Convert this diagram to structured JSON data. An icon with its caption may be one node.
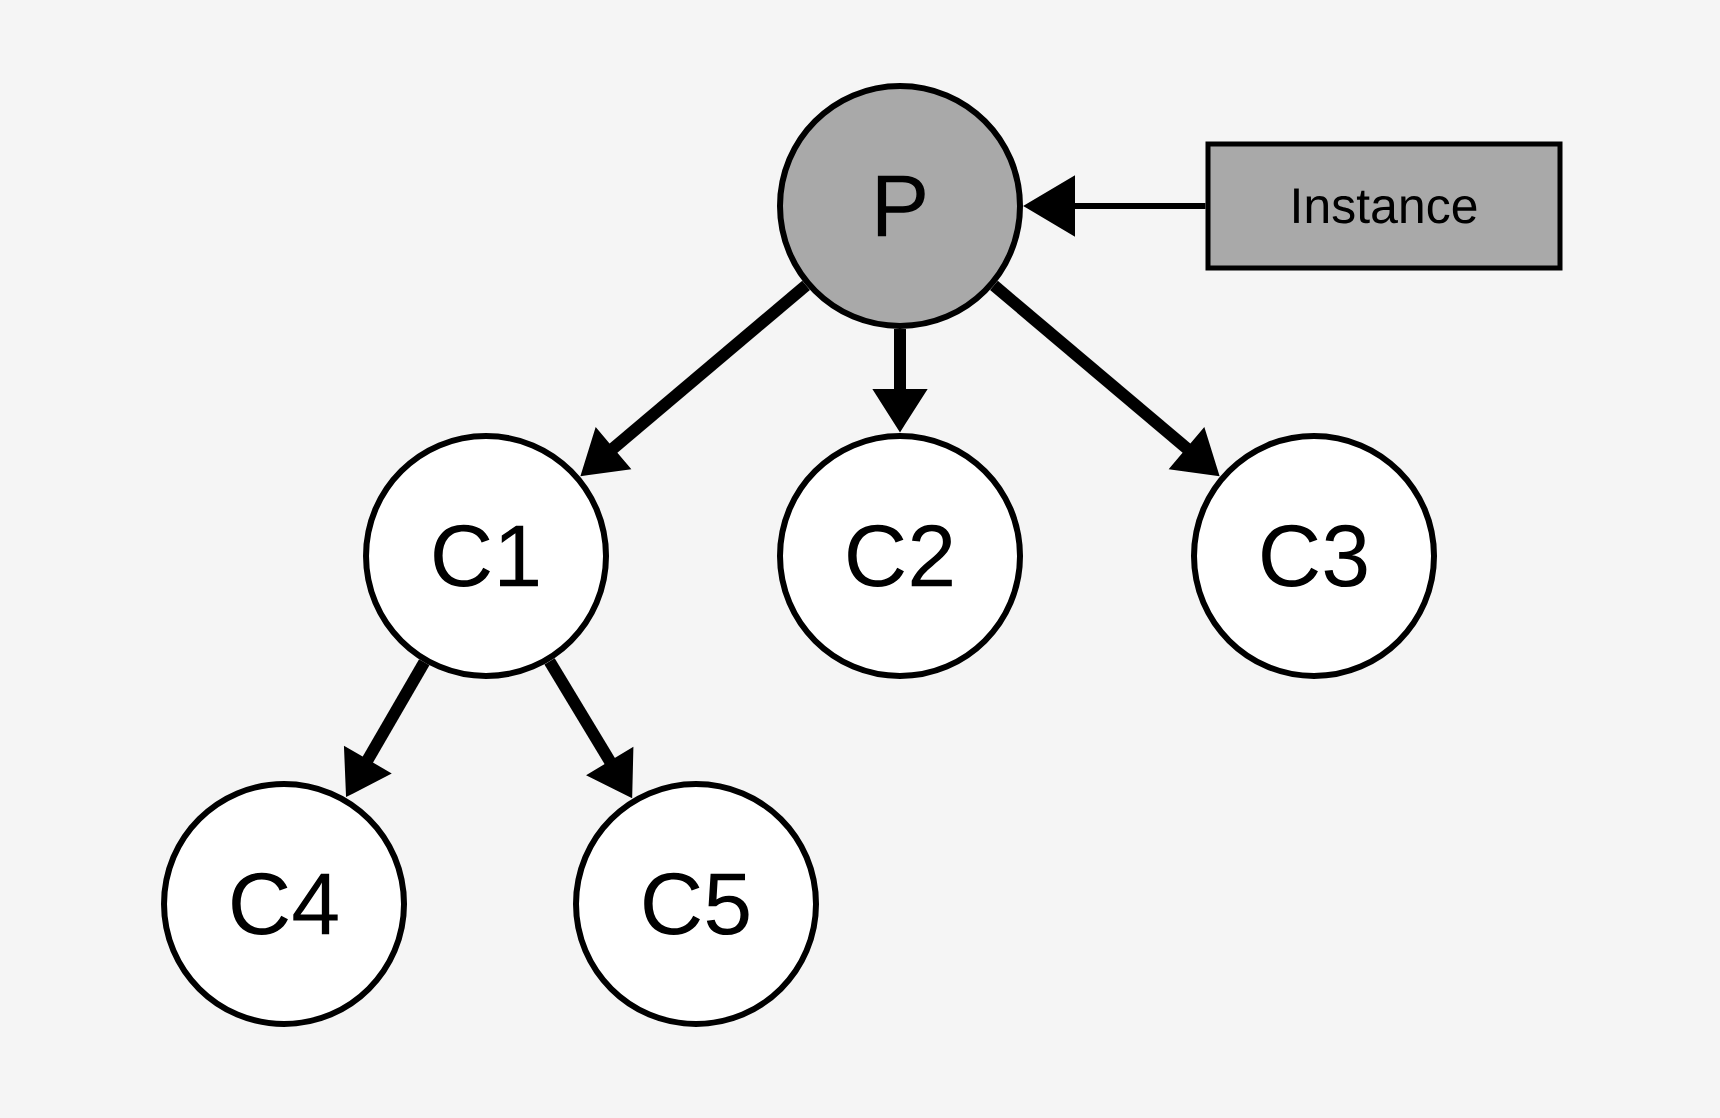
{
  "diagram": {
    "nodes": [
      {
        "text": [
          "P"
        ]
      },
      {
        "text": [
          "C1"
        ]
      },
      {
        "text": [
          "C2"
        ]
      },
      {
        "text": [
          "C3"
        ]
      },
      {
        "text": [
          "C4"
        ]
      },
      {
        "text": [
          "C5"
        ]
      },
      {
        "text": [
          "Instance"
        ]
      }
    ],
    "edges": [
      {
        "from": 0,
        "to": 1,
        "arrow": "to"
      },
      {
        "from": 0,
        "to": 2,
        "arrow": "to"
      },
      {
        "from": 0,
        "to": 3,
        "arrow": "to"
      },
      {
        "from": 1,
        "to": 4,
        "arrow": "to"
      },
      {
        "from": 1,
        "to": 5,
        "arrow": "to"
      },
      {
        "from": 6,
        "to": 0,
        "arrow": "to"
      }
    ]
  }
}
